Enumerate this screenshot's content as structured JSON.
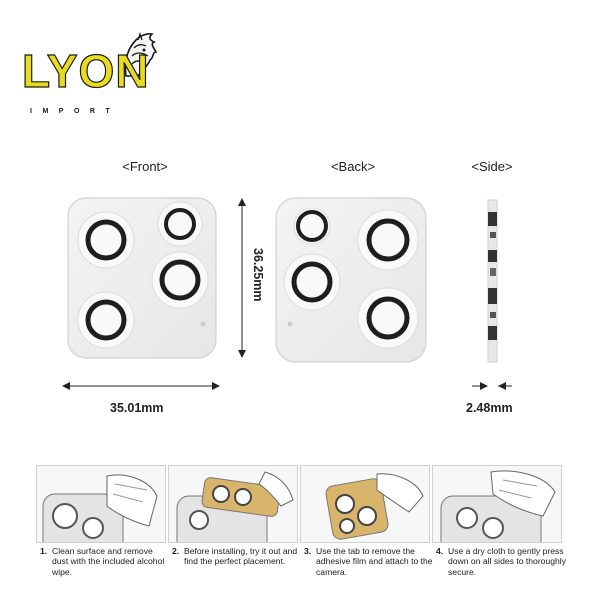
{
  "brand": {
    "name": "LYON",
    "sub": "IMPORT",
    "accent": "#e8dc1c"
  },
  "views": {
    "front": "<Front>",
    "back": "<Back>",
    "side": "<Side>"
  },
  "dimensions": {
    "width": "35.01mm",
    "height": "36.25mm",
    "depth": "2.48mm"
  },
  "steps": [
    {
      "num": "1.",
      "text": "Clean surface and remove dust with the included alcohol wipe."
    },
    {
      "num": "2.",
      "text": "Before installing, try it out and find the perfect placement."
    },
    {
      "num": "3.",
      "text": "Use the tab to remove the adhesive film and attach to the camera."
    },
    {
      "num": "4.",
      "text": "Use a dry cloth to gently press down on all sides to thoroughly secure."
    }
  ],
  "icons": [
    "lion-logo-icon",
    "arrow-icon",
    "hand-illustration-icon",
    "phone-illustration-icon"
  ]
}
